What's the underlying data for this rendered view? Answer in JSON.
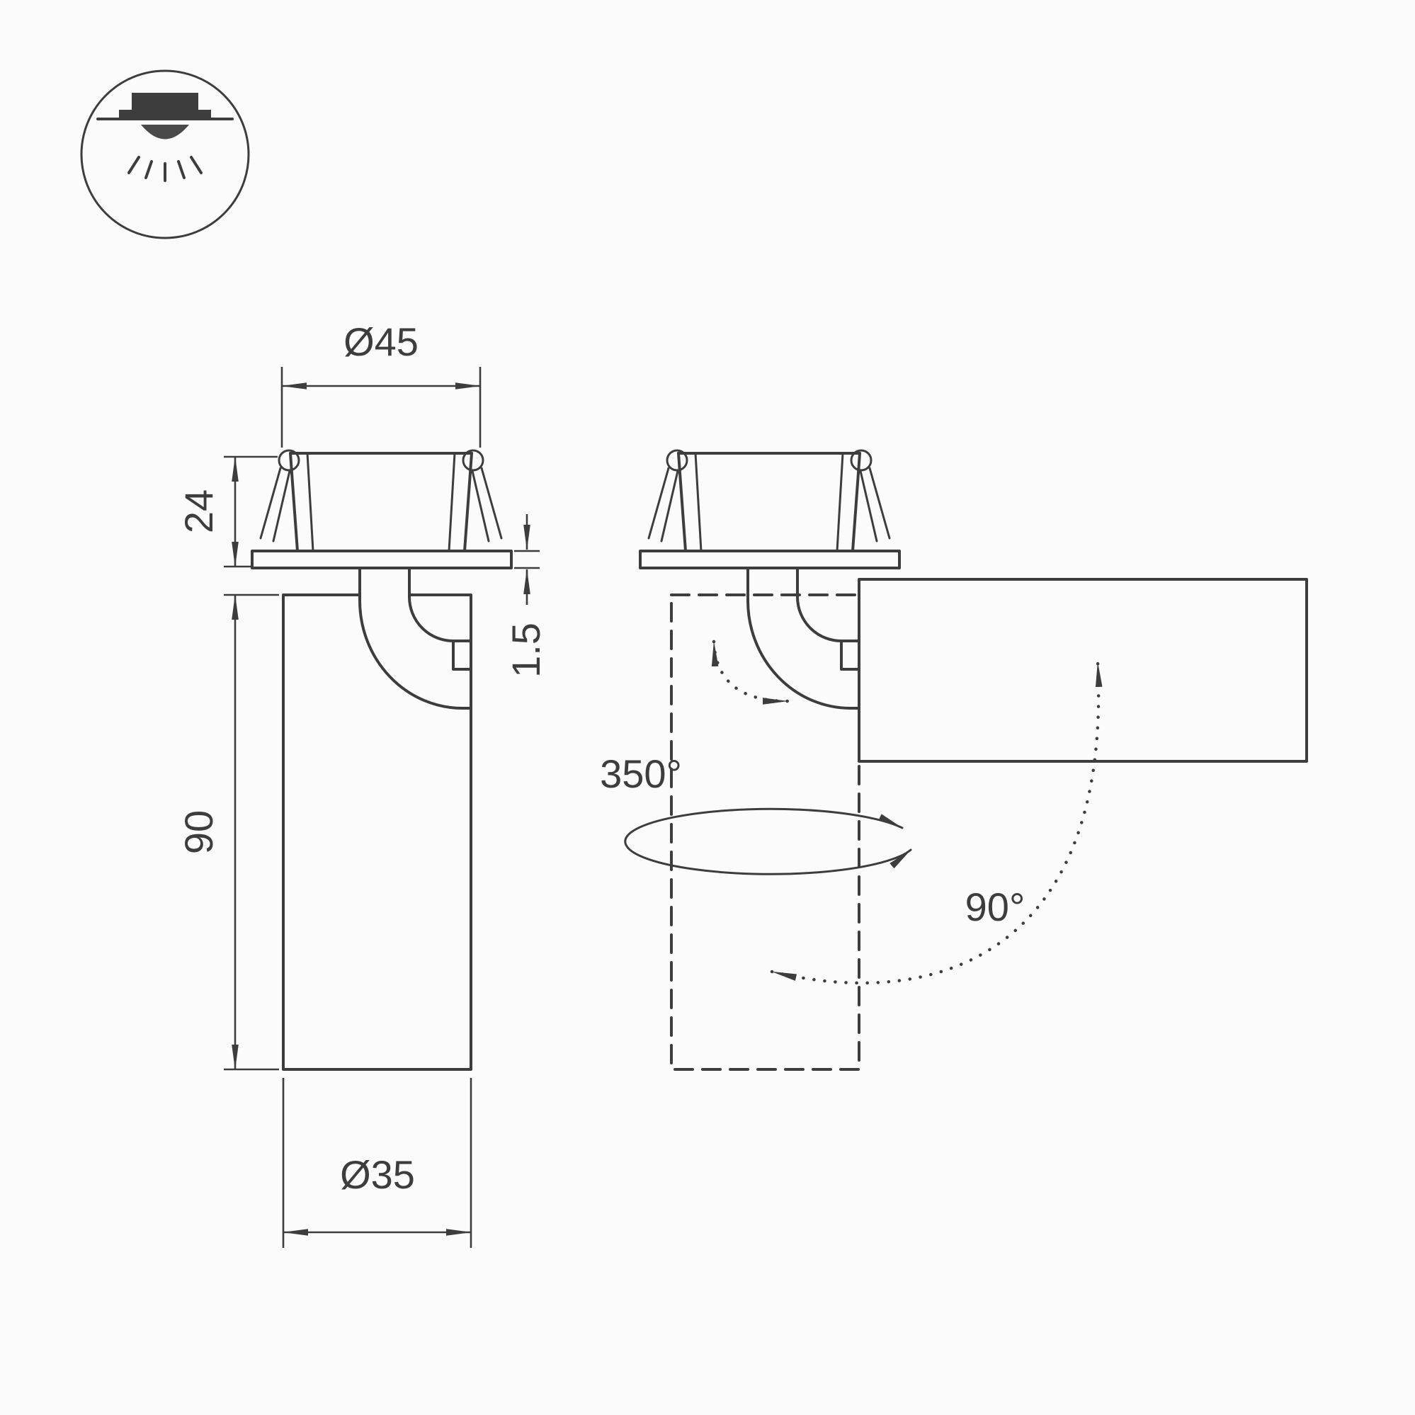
{
  "page": {
    "background": "#fbfbfb",
    "ink": "#3d3d3d"
  },
  "mount_icon": {
    "name": "recessed-downlight-icon"
  },
  "front_view": {
    "trim_diameter": "Ø45",
    "recess_depth": "24",
    "flange_thickness": "1.5",
    "body_length": "90",
    "body_diameter": "Ø35"
  },
  "rotation_view": {
    "pan_angle": "350°",
    "tilt_angle": "90°"
  }
}
